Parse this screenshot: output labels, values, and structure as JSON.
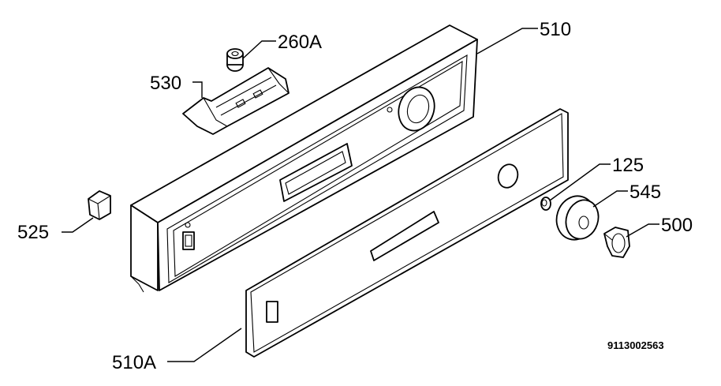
{
  "labels": {
    "p510": "510",
    "p260a": "260A",
    "p530": "530",
    "p525": "525",
    "p125": "125",
    "p545": "545",
    "p500": "500",
    "p510a": "510A"
  },
  "diagram_code": "9113002563"
}
